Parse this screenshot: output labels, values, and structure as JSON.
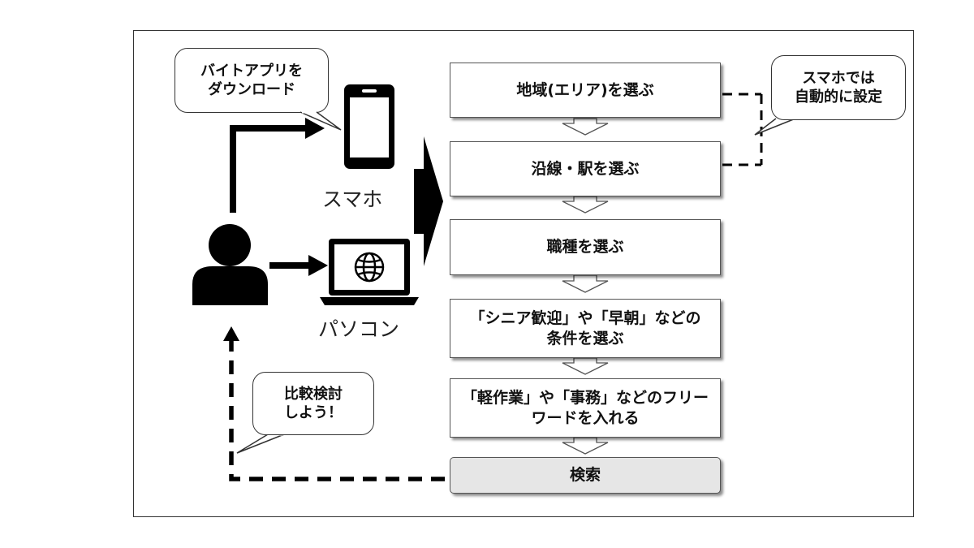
{
  "steps": [
    "地域(エリア)を選ぶ",
    "沿線・駅を選ぶ",
    "職種を選ぶ",
    "「シニア歓迎」や「早朝」などの\n条件を選ぶ",
    "「軽作業」や「事務」などのフリー\nワードを入れる",
    "検索"
  ],
  "bubbles": {
    "app_download": "バイトアプリを\nダウンロード",
    "auto_set": "スマホでは\n自動的に設定",
    "compare": "比較検討\nしよう！"
  },
  "devices": {
    "smartphone": "スマホ",
    "pc": "パソコン"
  },
  "icons": [
    "person-icon",
    "smartphone-icon",
    "laptop-icon",
    "globe-icon"
  ]
}
